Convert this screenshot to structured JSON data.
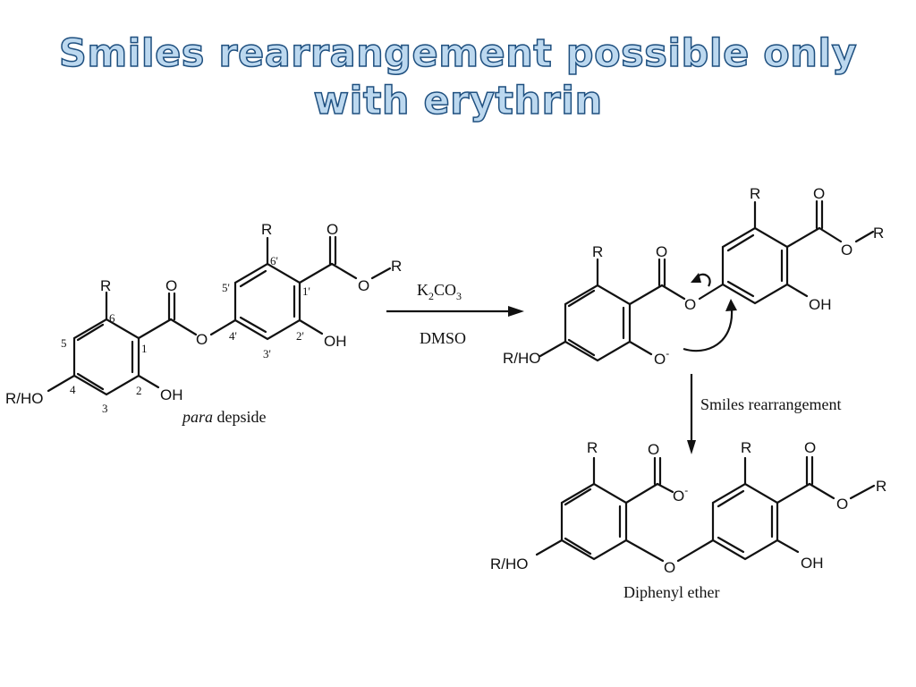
{
  "title": {
    "line1": "Smiles rearrangement possible only",
    "line2": "with erythrin"
  },
  "atoms": {
    "R": "R",
    "O": "O",
    "OH": "OH",
    "O_minus": "O",
    "minus": "-",
    "RHO": "R/HO"
  },
  "ring_numbers": {
    "n1": "1",
    "n2": "2",
    "n3": "3",
    "n4": "4",
    "n5": "5",
    "n6": "6",
    "n1p": "1'",
    "n2p": "2'",
    "n3p": "3'",
    "n4p": "4'",
    "n5p": "5'",
    "n6p": "6'"
  },
  "reagents": {
    "k": "K",
    "k_sub": "2",
    "co": "CO",
    "co_sub": "3",
    "solvent": "DMSO"
  },
  "labels": {
    "para_italic": "para",
    "depside": " depside",
    "smiles": "Smiles rearrangement",
    "diphenyl": "Diphenyl ether"
  }
}
